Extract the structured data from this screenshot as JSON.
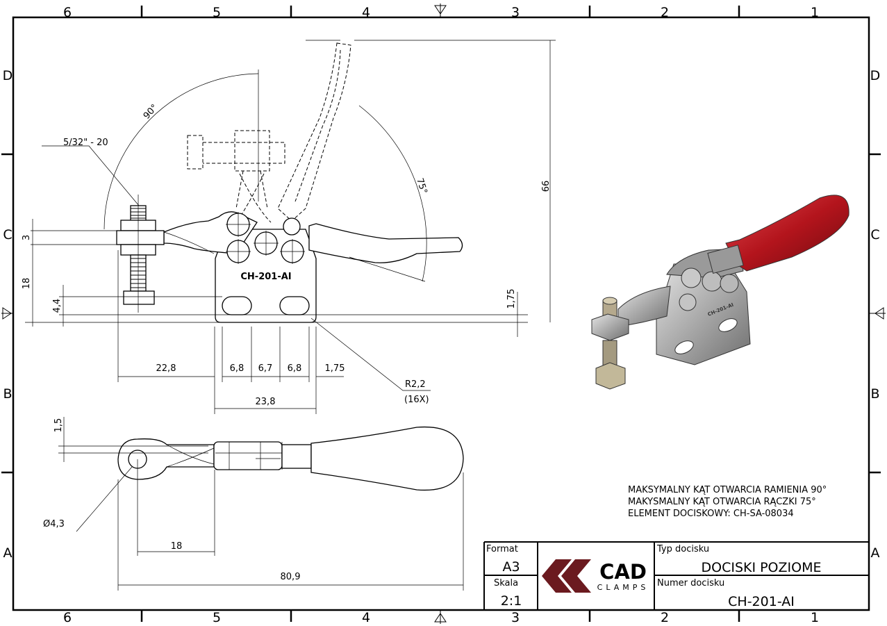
{
  "zones": {
    "columns": [
      "6",
      "5",
      "4",
      "3",
      "2",
      "1"
    ],
    "rows": [
      "D",
      "C",
      "B",
      "A"
    ]
  },
  "dimensions": {
    "thread": "5/32\" - 20",
    "angle_arm": "90°",
    "angle_handle": "75°",
    "height_66": "66",
    "d3": "3",
    "d18": "18",
    "d4_4": "4,4",
    "d1_75_v": "1,75",
    "d22_8": "22,8",
    "d6_8_a": "6,8",
    "d6_7": "6,7",
    "d6_8_b": "6,8",
    "d1_75_h": "1,75",
    "d23_8": "23,8",
    "radius": "R2,2",
    "radius_count": "(16X)",
    "d1_5": "1,5",
    "diameter": "Ø4,3",
    "d18_bottom": "18",
    "d80_9": "80,9",
    "part_marking": "CH-201-AI"
  },
  "notes": [
    "MAKSYMALNY KĄT OTWARCIA RAMIENIA 90°",
    "MAKYSMALNY KĄT OTWARCIA RĄCZKI 75°",
    "ELEMENT DOCISKOWY: CH-SA-08034"
  ],
  "title_block": {
    "format_label": "Format",
    "format_value": "A3",
    "scale_label": "Skala",
    "scale_value": "2:1",
    "logo_main": "CAD",
    "logo_sub": "CLAMPS",
    "type_label": "Typ docisku",
    "type_value": "DOCISKI POZIOME",
    "number_label": "Numer docisku",
    "number_value": "CH-201-AI"
  },
  "colors": {
    "logo_red": "#6b1a1f",
    "handle_red": "#b3141c",
    "metal": "#a8a8a8"
  }
}
